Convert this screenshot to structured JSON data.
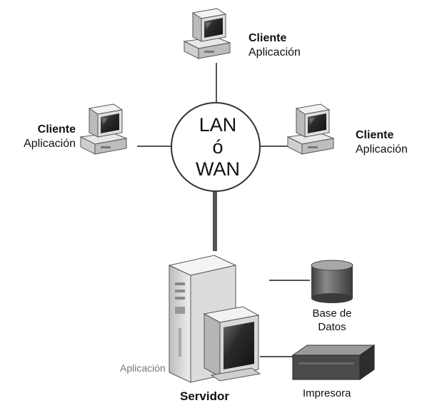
{
  "network": {
    "lines": [
      "LAN",
      "ó",
      "WAN"
    ]
  },
  "clients": {
    "top": {
      "title": "Cliente",
      "subtitle": "Aplicación"
    },
    "left": {
      "title": "Cliente",
      "subtitle": "Aplicación"
    },
    "right": {
      "title": "Cliente",
      "subtitle": "Aplicación"
    }
  },
  "server": {
    "caption": "Servidor",
    "app_label": "Aplicación"
  },
  "database": {
    "line1": "Base de",
    "line2": "Datos"
  },
  "printer": {
    "label": "Impresora"
  },
  "icons": {
    "client": "desktop-computer-icon",
    "server": "server-tower-icon",
    "database": "database-cylinder-icon",
    "printer": "printer-icon"
  },
  "colors": {
    "lines": "#555555",
    "monitor_body": "#d9d9d9",
    "screen": "#2b2b2b",
    "db_fill": "#6e6e6e",
    "printer_fill": "#444444"
  }
}
